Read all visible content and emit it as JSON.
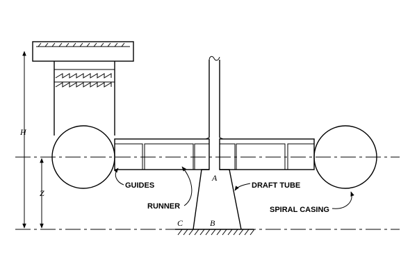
{
  "labels": {
    "guides": "GUIDES",
    "runner": "RUNNER",
    "draft_tube": "DRAFT TUBE",
    "spiral_casing": "SPIRAL CASING"
  },
  "symbols": {
    "H": "H",
    "Z": "Z",
    "A": "A",
    "B": "B",
    "C": "C"
  }
}
